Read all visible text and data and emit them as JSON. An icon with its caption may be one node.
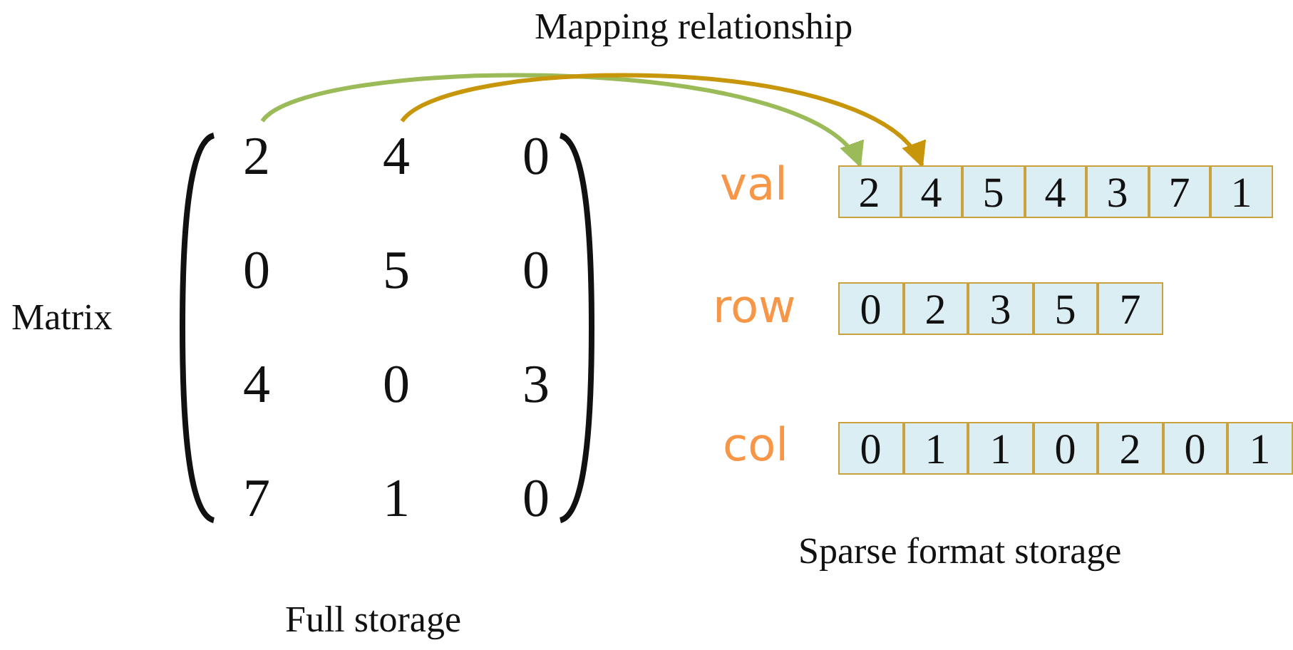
{
  "diagram": {
    "nodes": [
      {
        "text": [
          "2"
        ]
      },
      {
        "text": [
          "4"
        ]
      },
      {
        "text": [
          "0"
        ]
      },
      {
        "text": [
          "0"
        ]
      },
      {
        "text": [
          "5"
        ]
      },
      {
        "text": [
          "0"
        ]
      },
      {
        "text": [
          "4"
        ]
      },
      {
        "text": [
          "0"
        ]
      },
      {
        "text": [
          "3"
        ]
      },
      {
        "text": [
          "7"
        ]
      },
      {
        "text": [
          "1"
        ]
      },
      {
        "text": [
          "0"
        ]
      },
      {
        "text": [
          "2"
        ]
      },
      {
        "text": [
          "4"
        ]
      },
      {
        "text": [
          "5"
        ]
      },
      {
        "text": [
          "4"
        ]
      },
      {
        "text": [
          "3"
        ]
      },
      {
        "text": [
          "7"
        ]
      },
      {
        "text": [
          "1"
        ]
      },
      {
        "text": [
          "0"
        ]
      },
      {
        "text": [
          "2"
        ]
      },
      {
        "text": [
          "3"
        ]
      },
      {
        "text": [
          "5"
        ]
      },
      {
        "text": [
          "7"
        ]
      },
      {
        "text": [
          "0"
        ]
      },
      {
        "text": [
          "1"
        ]
      },
      {
        "text": [
          "1"
        ]
      },
      {
        "text": [
          "0"
        ]
      },
      {
        "text": [
          "2"
        ]
      },
      {
        "text": [
          "0"
        ]
      },
      {
        "text": [
          "1"
        ]
      }
    ],
    "edges": [
      {
        "from": 0,
        "to": 12,
        "arrow": "to",
        "color": "#9bbb59"
      },
      {
        "from": 1,
        "to": 13,
        "arrow": "to",
        "color": "#c8960a"
      }
    ],
    "labels": [
      "Mapping relationship",
      "Matrix",
      "val",
      "row",
      "col",
      "Sparse format storage",
      "Full storage"
    ]
  }
}
